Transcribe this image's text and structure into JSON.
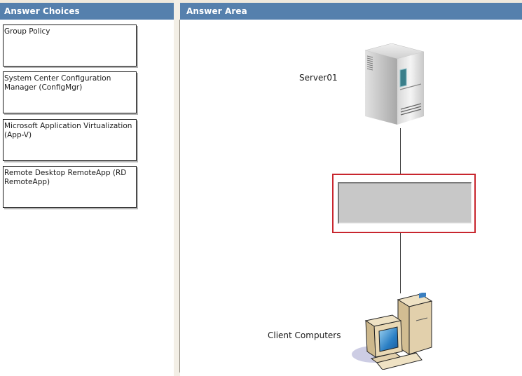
{
  "left_panel": {
    "header": "Answer Choices",
    "choices": [
      {
        "label": "Group Policy"
      },
      {
        "label": "System Center Configuration Manager (ConfigMgr)"
      },
      {
        "label": "Microsoft Application Virtualization (App-V)"
      },
      {
        "label": "Remote Desktop RemoteApp (RD RemoteApp)"
      }
    ]
  },
  "right_panel": {
    "header": "Answer Area",
    "diagram": {
      "server_label": "Server01",
      "server_icon": "server-tower-icon",
      "drop_target": {
        "value": "",
        "state": "empty"
      },
      "client_label": "Client Computers",
      "client_icon": "desktop-computer-icon"
    }
  },
  "colors": {
    "header_bg": "#5580ad",
    "header_text": "#ffffff",
    "drop_target_border": "#c8262e",
    "drop_target_fill": "#c8c8c8"
  }
}
